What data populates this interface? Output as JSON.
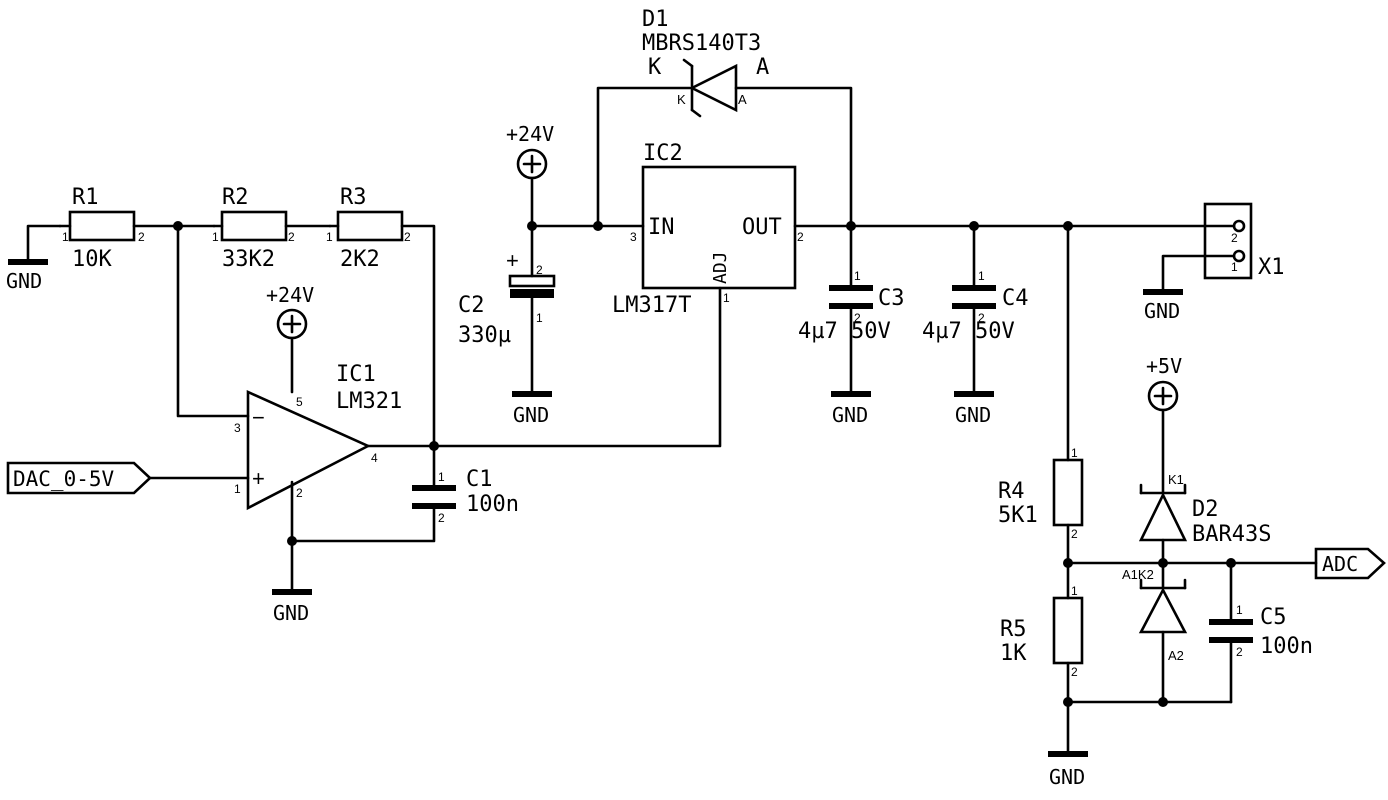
{
  "components": {
    "r1": {
      "name": "R1",
      "value": "10K"
    },
    "r2": {
      "name": "R2",
      "value": "33K2"
    },
    "r3": {
      "name": "R3",
      "value": "2K2"
    },
    "r4": {
      "name": "R4",
      "value": "5K1"
    },
    "r5": {
      "name": "R5",
      "value": "1K"
    },
    "ic1": {
      "name": "IC1",
      "value": "LM321",
      "minus": "−",
      "plus": "+"
    },
    "ic2": {
      "name": "IC2",
      "value": "LM317T",
      "in": "IN",
      "out": "OUT",
      "adj": "ADJ"
    },
    "c1": {
      "name": "C1",
      "value": "100n"
    },
    "c2": {
      "name": "C2",
      "value": "330µ",
      "polarity": "+"
    },
    "c3": {
      "name": "C3",
      "value": "4µ7 50V"
    },
    "c4": {
      "name": "C4",
      "value": "4µ7 50V"
    },
    "c5": {
      "name": "C5",
      "value": "100n"
    },
    "d1": {
      "name": "D1",
      "value": "MBRS140T3",
      "k": "K",
      "a": "A"
    },
    "d2": {
      "name": "D2",
      "value": "BAR43S"
    },
    "x1": {
      "name": "X1"
    }
  },
  "supplies": {
    "v24_a": "+24V",
    "v24_b": "+24V",
    "v5": "+5V",
    "gnd": "GND"
  },
  "ports": {
    "dac": "DAC_0-5V",
    "adc": "ADC"
  },
  "pins": {
    "p1": "1",
    "p2": "2",
    "p3": "3",
    "p4": "4",
    "p5": "5",
    "k": "K",
    "a": "A",
    "k1": "K1",
    "a1k2": "A1K2",
    "a2": "A2"
  }
}
